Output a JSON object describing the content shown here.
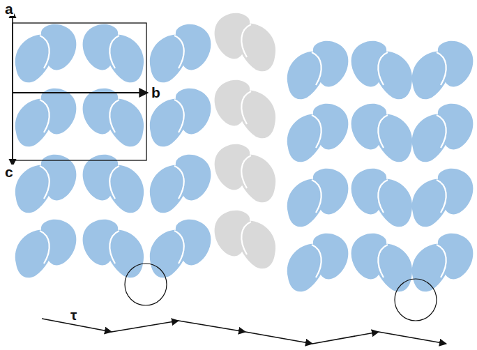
{
  "diagram": {
    "labels": [
      "a",
      "b",
      "c",
      "τ"
    ]
  }
}
